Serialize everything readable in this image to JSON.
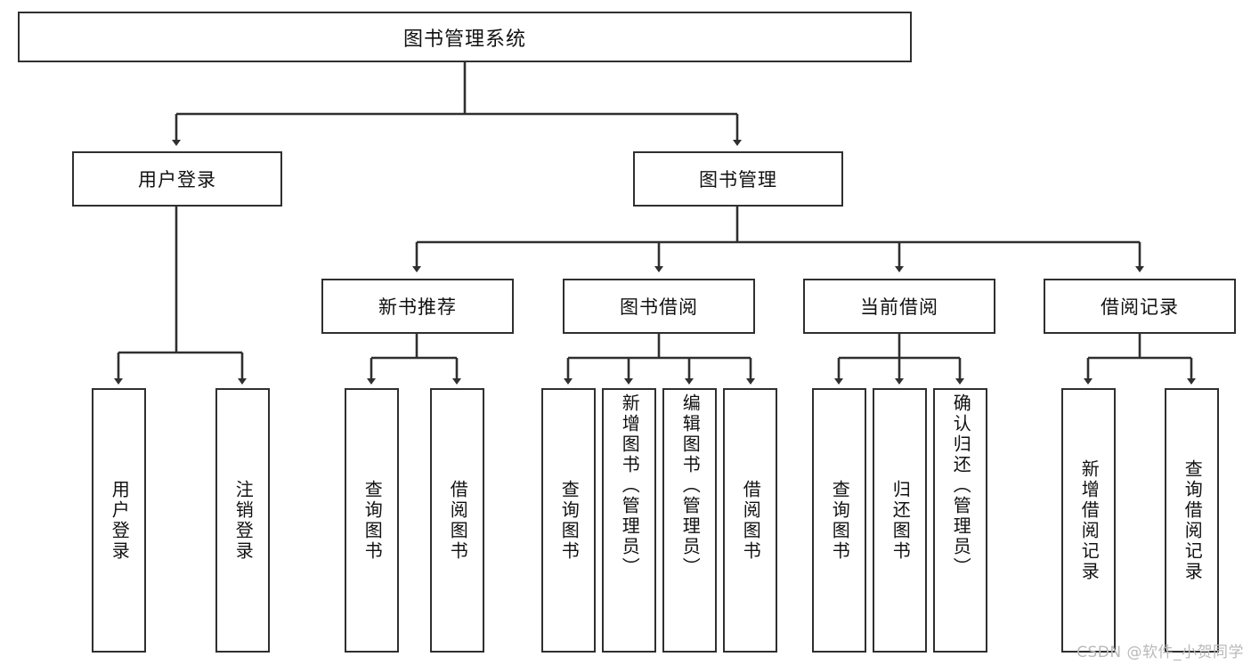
{
  "diagram": {
    "title": "图书管理系统",
    "type": "hierarchy-tree",
    "root": {
      "label": "图书管理系统"
    },
    "level2": [
      {
        "label": "用户登录"
      },
      {
        "label": "图书管理"
      }
    ],
    "level3": [
      {
        "label": "新书推荐"
      },
      {
        "label": "图书借阅"
      },
      {
        "label": "当前借阅"
      },
      {
        "label": "借阅记录"
      }
    ],
    "leaves": {
      "user_login": [
        {
          "label": "用户登录"
        },
        {
          "label": "注销登录"
        }
      ],
      "new_book_recommend": [
        {
          "label": "查询图书"
        },
        {
          "label": "借阅图书"
        }
      ],
      "book_borrow": [
        {
          "label": "查询图书"
        },
        {
          "label": "新增图书（管理员）"
        },
        {
          "label": "编辑图书（管理员）"
        },
        {
          "label": "借阅图书"
        }
      ],
      "current_borrow": [
        {
          "label": "查询图书"
        },
        {
          "label": "归还图书"
        },
        {
          "label": "确认归还（管理员）"
        }
      ],
      "borrow_record": [
        {
          "label": "新增借阅记录"
        },
        {
          "label": "查询借阅记录"
        }
      ]
    }
  },
  "watermark": {
    "text": "CSDN @软件_小贺同学"
  },
  "colors": {
    "stroke": "#2f2f2f",
    "background": "#ffffff",
    "text": "#111111",
    "watermark": "#b9b9b9"
  }
}
